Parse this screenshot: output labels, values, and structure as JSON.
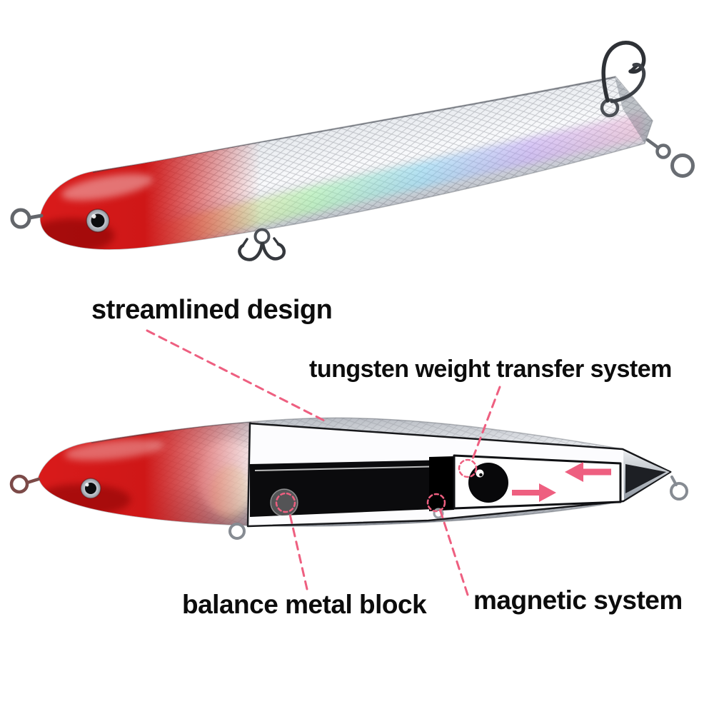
{
  "annotations": {
    "streamlined": {
      "label": "streamlined design"
    },
    "tungsten": {
      "label": "tungsten weight transfer system"
    },
    "balance": {
      "label": "balance metal block"
    },
    "magnetic": {
      "label": "magnetic system"
    }
  },
  "colors": {
    "background": "#ffffff",
    "text": "#0c0c0c",
    "leader_line_pink": "#ee5f80",
    "arrow_pink": "#ee5f80",
    "lure_head_red": "#cf1717",
    "lure_body_silver": "#d9dce0",
    "weight_tunnel_black": "#0b0b0d",
    "tungsten_ball_black": "#08080a"
  }
}
